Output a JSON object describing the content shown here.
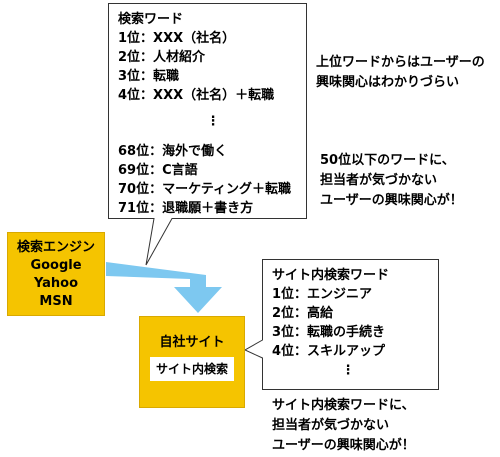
{
  "top_bubble": {
    "title": "検索ワード",
    "items_top": [
      "1位：XXX（社名）",
      "2位：人材紹介",
      "3位：転職",
      "4位：XXX（社名）＋転職"
    ],
    "ellipsis": "⋮",
    "items_bottom": [
      "68位：海外で働く",
      "69位：C言語",
      "70位：マーケティング＋転職",
      "71位：退職願＋書き方"
    ]
  },
  "engines": {
    "title": "検索エンジン",
    "names": [
      "Google",
      "Yahoo",
      "MSN"
    ]
  },
  "own_site": {
    "title": "自社サイト",
    "search_label": "サイト内検索"
  },
  "site_bubble": {
    "title": "サイト内検索ワード",
    "items": [
      "1位：エンジニア",
      "2位：高給",
      "3位：転職の手続き",
      "4位：スキルアップ"
    ],
    "ellipsis": "⋮"
  },
  "notes": {
    "top_right": [
      "上位ワードからはユーザーの",
      "興味関心はわかりづらい"
    ],
    "middle_right": [
      "50位以下のワードに、",
      "担当者が気づかない",
      "ユーザーの興味関心が！"
    ],
    "bottom": [
      "サイト内検索ワードに、",
      "担当者が気づかない",
      "ユーザーの興味関心が！"
    ]
  },
  "colors": {
    "yellow": "#f5c400",
    "arrow_blue": "#7dc8f0",
    "bubble_border": "#333333"
  }
}
